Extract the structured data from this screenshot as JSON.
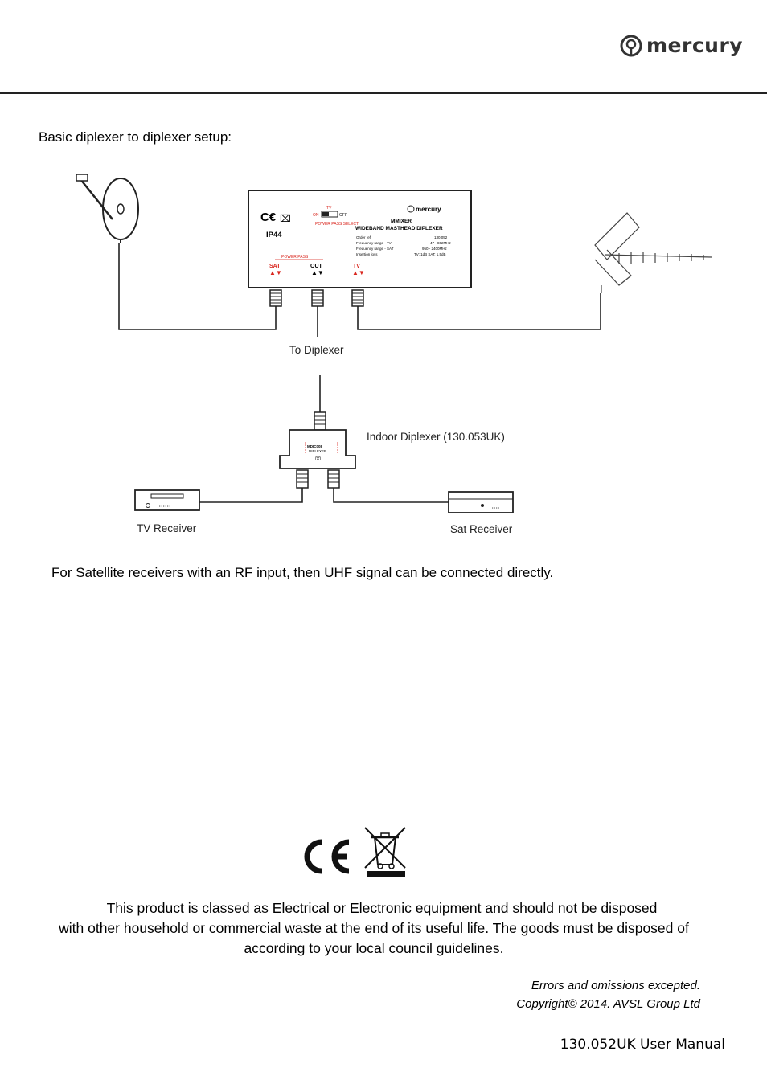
{
  "header": {
    "brand": "mercury"
  },
  "intro": "Basic diplexer to diplexer setup:",
  "diagram": {
    "to_diplexer": "To Diplexer",
    "indoor_diplexer": "Indoor Diplexer (130.053UK)",
    "tv_receiver": "TV Receiver",
    "sat_receiver": "Sat Receiver",
    "masthead": {
      "ip_rating": "IP44",
      "switch_tv": "TV",
      "switch_on": "ON",
      "switch_off": "OFF",
      "power_pass_select": "POWER PASS SELECT",
      "brand": "mercury",
      "model": "MMIXER",
      "product": "WIDEBAND MASTHEAD DIPLEXER",
      "spec_order_label": "Order ref",
      "spec_order_value": "130.052",
      "spec_tv_label": "Frequency range - TV",
      "spec_tv_value": "47 - 862MHz",
      "spec_sat_label": "Frequency range - SAT",
      "spec_sat_value": "950 - 2400MHz",
      "spec_loss_label": "Insertion loss",
      "spec_loss_value": "TV: 1dB SAT: 1.5dB",
      "power_pass": "POWER PASS",
      "port_sat": "SAT",
      "port_out": "OUT",
      "port_tv": "TV"
    },
    "indoor": {
      "model": "MDIC008",
      "product": "DIPLEXER"
    }
  },
  "note": "For Satellite receivers with an RF input, then UHF signal can be connected directly.",
  "disposal": {
    "line1": "This product is classed as Electrical or Electronic equipment and should not be disposed",
    "line2": "with other household or commercial waste at the end of its useful life. The goods must be disposed of",
    "line3": "according to your local council guidelines."
  },
  "footer": {
    "errors": "Errors and omissions excepted.",
    "copyright": "Copyright© 2014. AVSL Group Ltd",
    "manual": "130.052UK User Manual"
  },
  "colors": {
    "accent_red": "#d9251d",
    "line": "#222222"
  }
}
